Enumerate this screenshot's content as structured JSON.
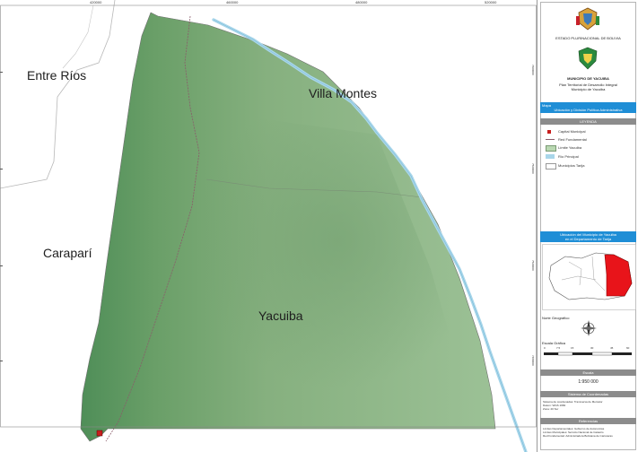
{
  "map": {
    "top_ticks": [
      "420000",
      "460000",
      "480000",
      "520000"
    ],
    "right_ticks": [
      "7600000",
      "7560000",
      "7520000",
      "7480000"
    ],
    "places": {
      "entre_rios": "Entre Ríos",
      "villa_montes": "Villa Montes",
      "carapari": "Caraparí",
      "yacuiba": "Yacuiba"
    },
    "colors": {
      "territory": "#7fa879",
      "river": "#a9d6ea",
      "water_outline": "#6fb7d6",
      "capital": "#c81e1e"
    }
  },
  "panel": {
    "state": "ESTADO PLURINACIONAL DE BOLIVIA",
    "municipality": "MUNICIPIO DE YACUIBA",
    "plan_line1": "Plan Territorial de Desarrollo Integral",
    "plan_line2": "Municipio de Yacuiba",
    "map_label": "Mapa",
    "map_title": "Ubicación y División Política Administrativa",
    "legend_header": "LEYENDA",
    "legend": [
      "Capital Municipal",
      "Red Fundamental",
      "Límite Yacuiba",
      "Río Principal",
      "Municipios Tarija"
    ],
    "inset_title_1": "Ubicación del Municipio de Yacuiba",
    "inset_title_2": "en el Departamento de Tarija",
    "north_label": "Norte Geográfico",
    "scale_graphic_label": "Escala Gráfica",
    "scale_ticks": [
      "0",
      "7.5",
      "15",
      "30",
      "45",
      "60"
    ],
    "scale_header": "Escala",
    "scale_value": "1:950 000",
    "coords_header": "Sistema de Coordenadas",
    "coords_line1": "Sistema de coordenadas: Transversa de Mercator",
    "coords_line2": "Datum: WGS 1984",
    "coords_line3": "Zona: 20 Sur",
    "refs_header": "Referencias",
    "refs_line1": "Límites Departamentales: Gobierno de Autonomías",
    "refs_line2": "Límites Municipales: Servicio Nacional de Catastro",
    "refs_line3": "Red Fundamental: Administradora Boliviana de Carreteras"
  }
}
